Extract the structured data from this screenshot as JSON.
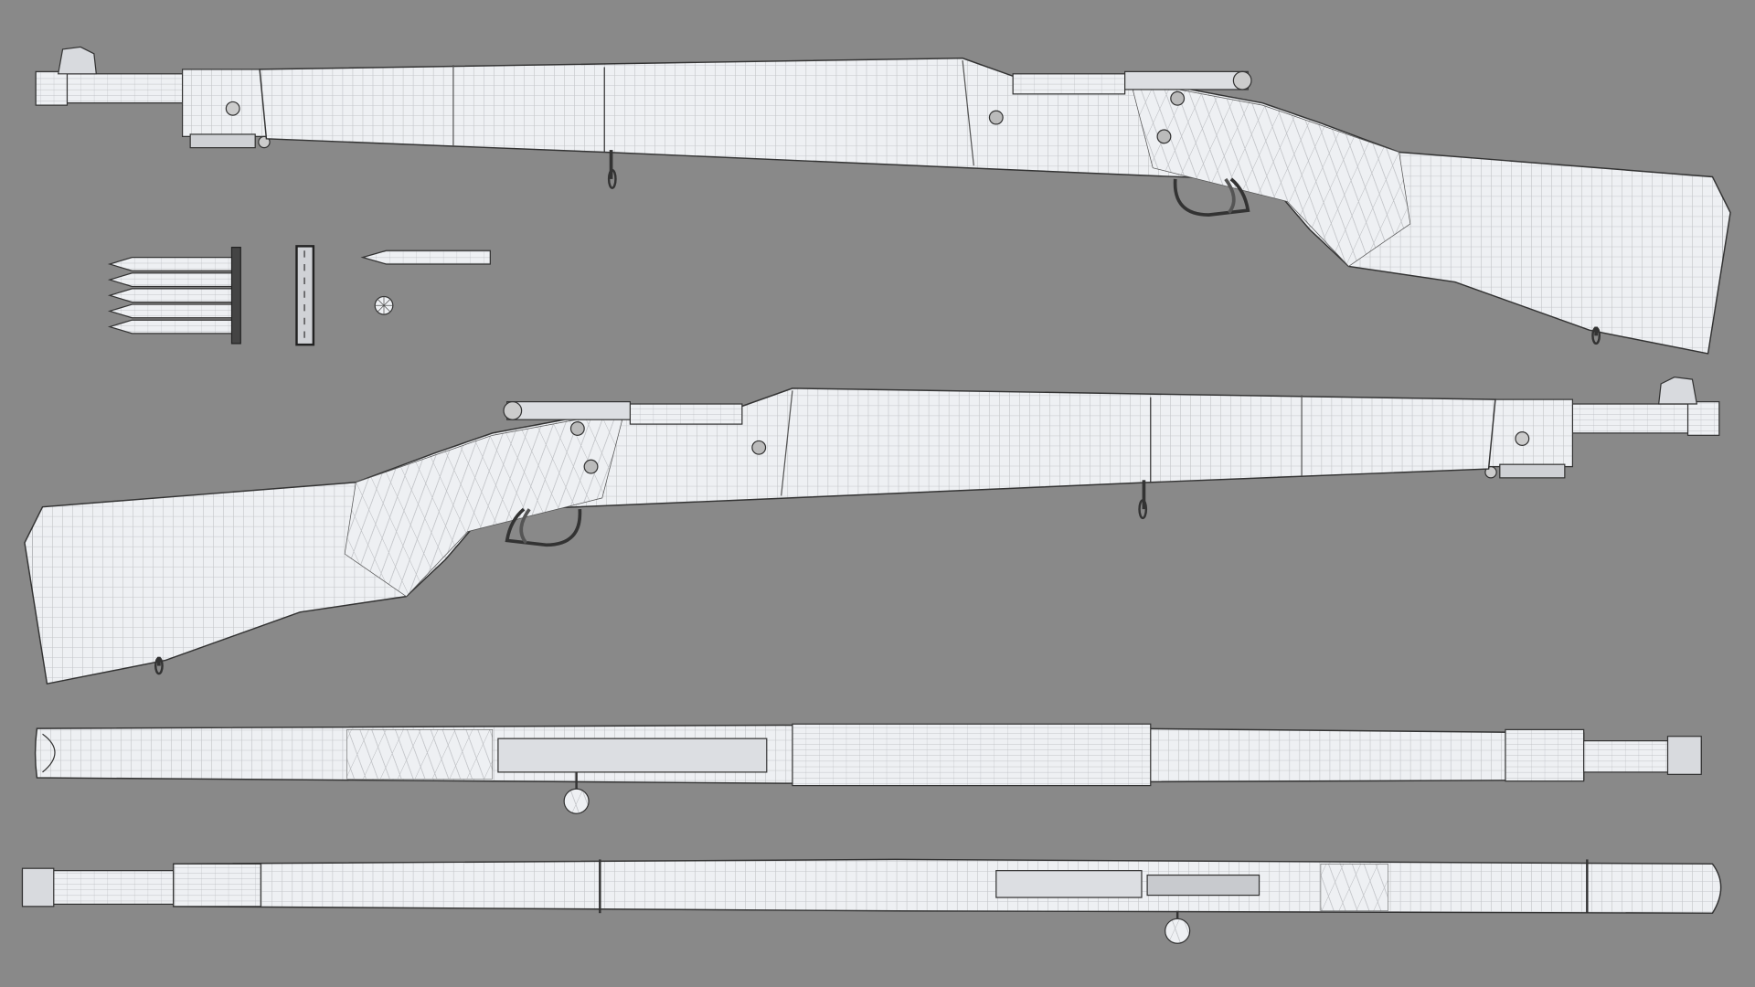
{
  "colors": {
    "background": "#898989",
    "model_fill": "#eef0f3",
    "wire": "#3a3a3a",
    "wire_light": "#9a9ca0"
  },
  "objects": [
    {
      "name": "rifle-side-left"
    },
    {
      "name": "rifle-side-right"
    },
    {
      "name": "rifle-top"
    },
    {
      "name": "rifle-bottom"
    },
    {
      "name": "stripper-clip-with-cartridges"
    },
    {
      "name": "stripper-clip"
    },
    {
      "name": "cartridge"
    },
    {
      "name": "cartridge-base"
    }
  ]
}
